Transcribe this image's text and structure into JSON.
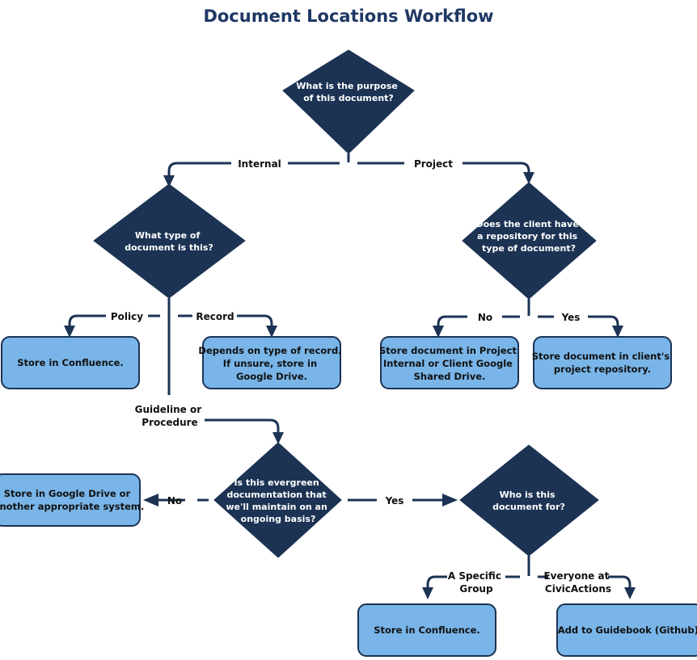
{
  "title": "Document Locations Workflow",
  "colors": {
    "decision_fill": "#1c3354",
    "terminal_fill": "#79b5e8",
    "terminal_stroke": "#1c3354",
    "edge": "#1c3354",
    "title": "#1f3864",
    "text_light": "#ffffff",
    "text_dark": "#111111",
    "background": "#ffffff"
  },
  "nodes": {
    "purpose": {
      "kind": "decision",
      "lines": [
        "What is the purpose",
        "of this document?"
      ]
    },
    "doc_type": {
      "kind": "decision",
      "lines": [
        "What type of",
        "document is this?"
      ]
    },
    "client_repo": {
      "kind": "decision",
      "lines": [
        "Does the client have",
        "a repository for this",
        "type of document?"
      ]
    },
    "evergreen": {
      "kind": "decision",
      "lines": [
        "Is this evergreen",
        "documentation that",
        "we'll maintain on an",
        "ongoing basis?"
      ]
    },
    "audience": {
      "kind": "decision",
      "lines": [
        "Who is this",
        "document for?"
      ]
    },
    "store_confluence_policy": {
      "kind": "terminal",
      "lines": [
        "Store in Confluence."
      ]
    },
    "store_record": {
      "kind": "terminal",
      "lines": [
        "Depends on type of record.",
        "If unsure, store in",
        "Google Drive."
      ]
    },
    "store_project_drive": {
      "kind": "terminal",
      "lines": [
        "Store document in Project",
        "Internal or Client Google",
        "Shared Drive."
      ]
    },
    "store_client_repo": {
      "kind": "terminal",
      "lines": [
        "Store document in client's",
        "project repository."
      ]
    },
    "store_gdrive_other": {
      "kind": "terminal",
      "lines": [
        "Store in Google Drive or",
        "another appropriate system."
      ]
    },
    "store_confluence_group": {
      "kind": "terminal",
      "lines": [
        "Store in Confluence."
      ]
    },
    "add_guidebook": {
      "kind": "terminal",
      "lines": [
        "Add to Guidebook (Github)."
      ]
    }
  },
  "edge_labels": {
    "internal": [
      "Internal"
    ],
    "project": [
      "Project"
    ],
    "policy": [
      "Policy"
    ],
    "record": [
      "Record"
    ],
    "guideline_or_procedure": [
      "Guideline or",
      "Procedure"
    ],
    "client_no": [
      "No"
    ],
    "client_yes": [
      "Yes"
    ],
    "evergreen_no": [
      "No"
    ],
    "evergreen_yes": [
      "Yes"
    ],
    "specific_group": [
      "A Specific",
      "Group"
    ],
    "everyone": [
      "Everyone at",
      "CivicActions"
    ]
  }
}
